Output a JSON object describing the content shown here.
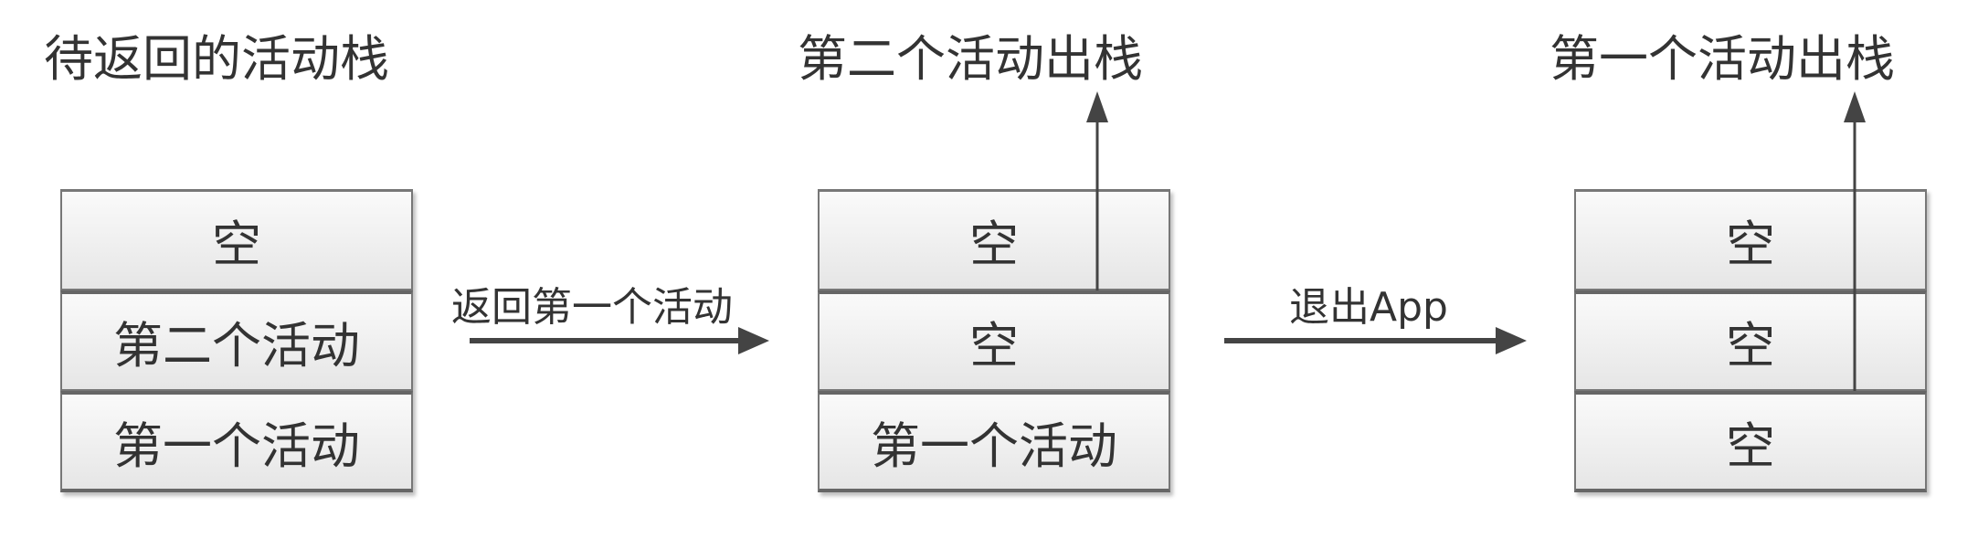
{
  "titles": [
    "待返回的活动栈",
    "第二个活动出栈",
    "第一个活动出栈"
  ],
  "stacks": [
    [
      "空",
      "第二个活动",
      "第一个活动"
    ],
    [
      "空",
      "空",
      "第一个活动"
    ],
    [
      "空",
      "空",
      "空"
    ]
  ],
  "transitions": [
    "返回第一个活动",
    "退出App"
  ]
}
